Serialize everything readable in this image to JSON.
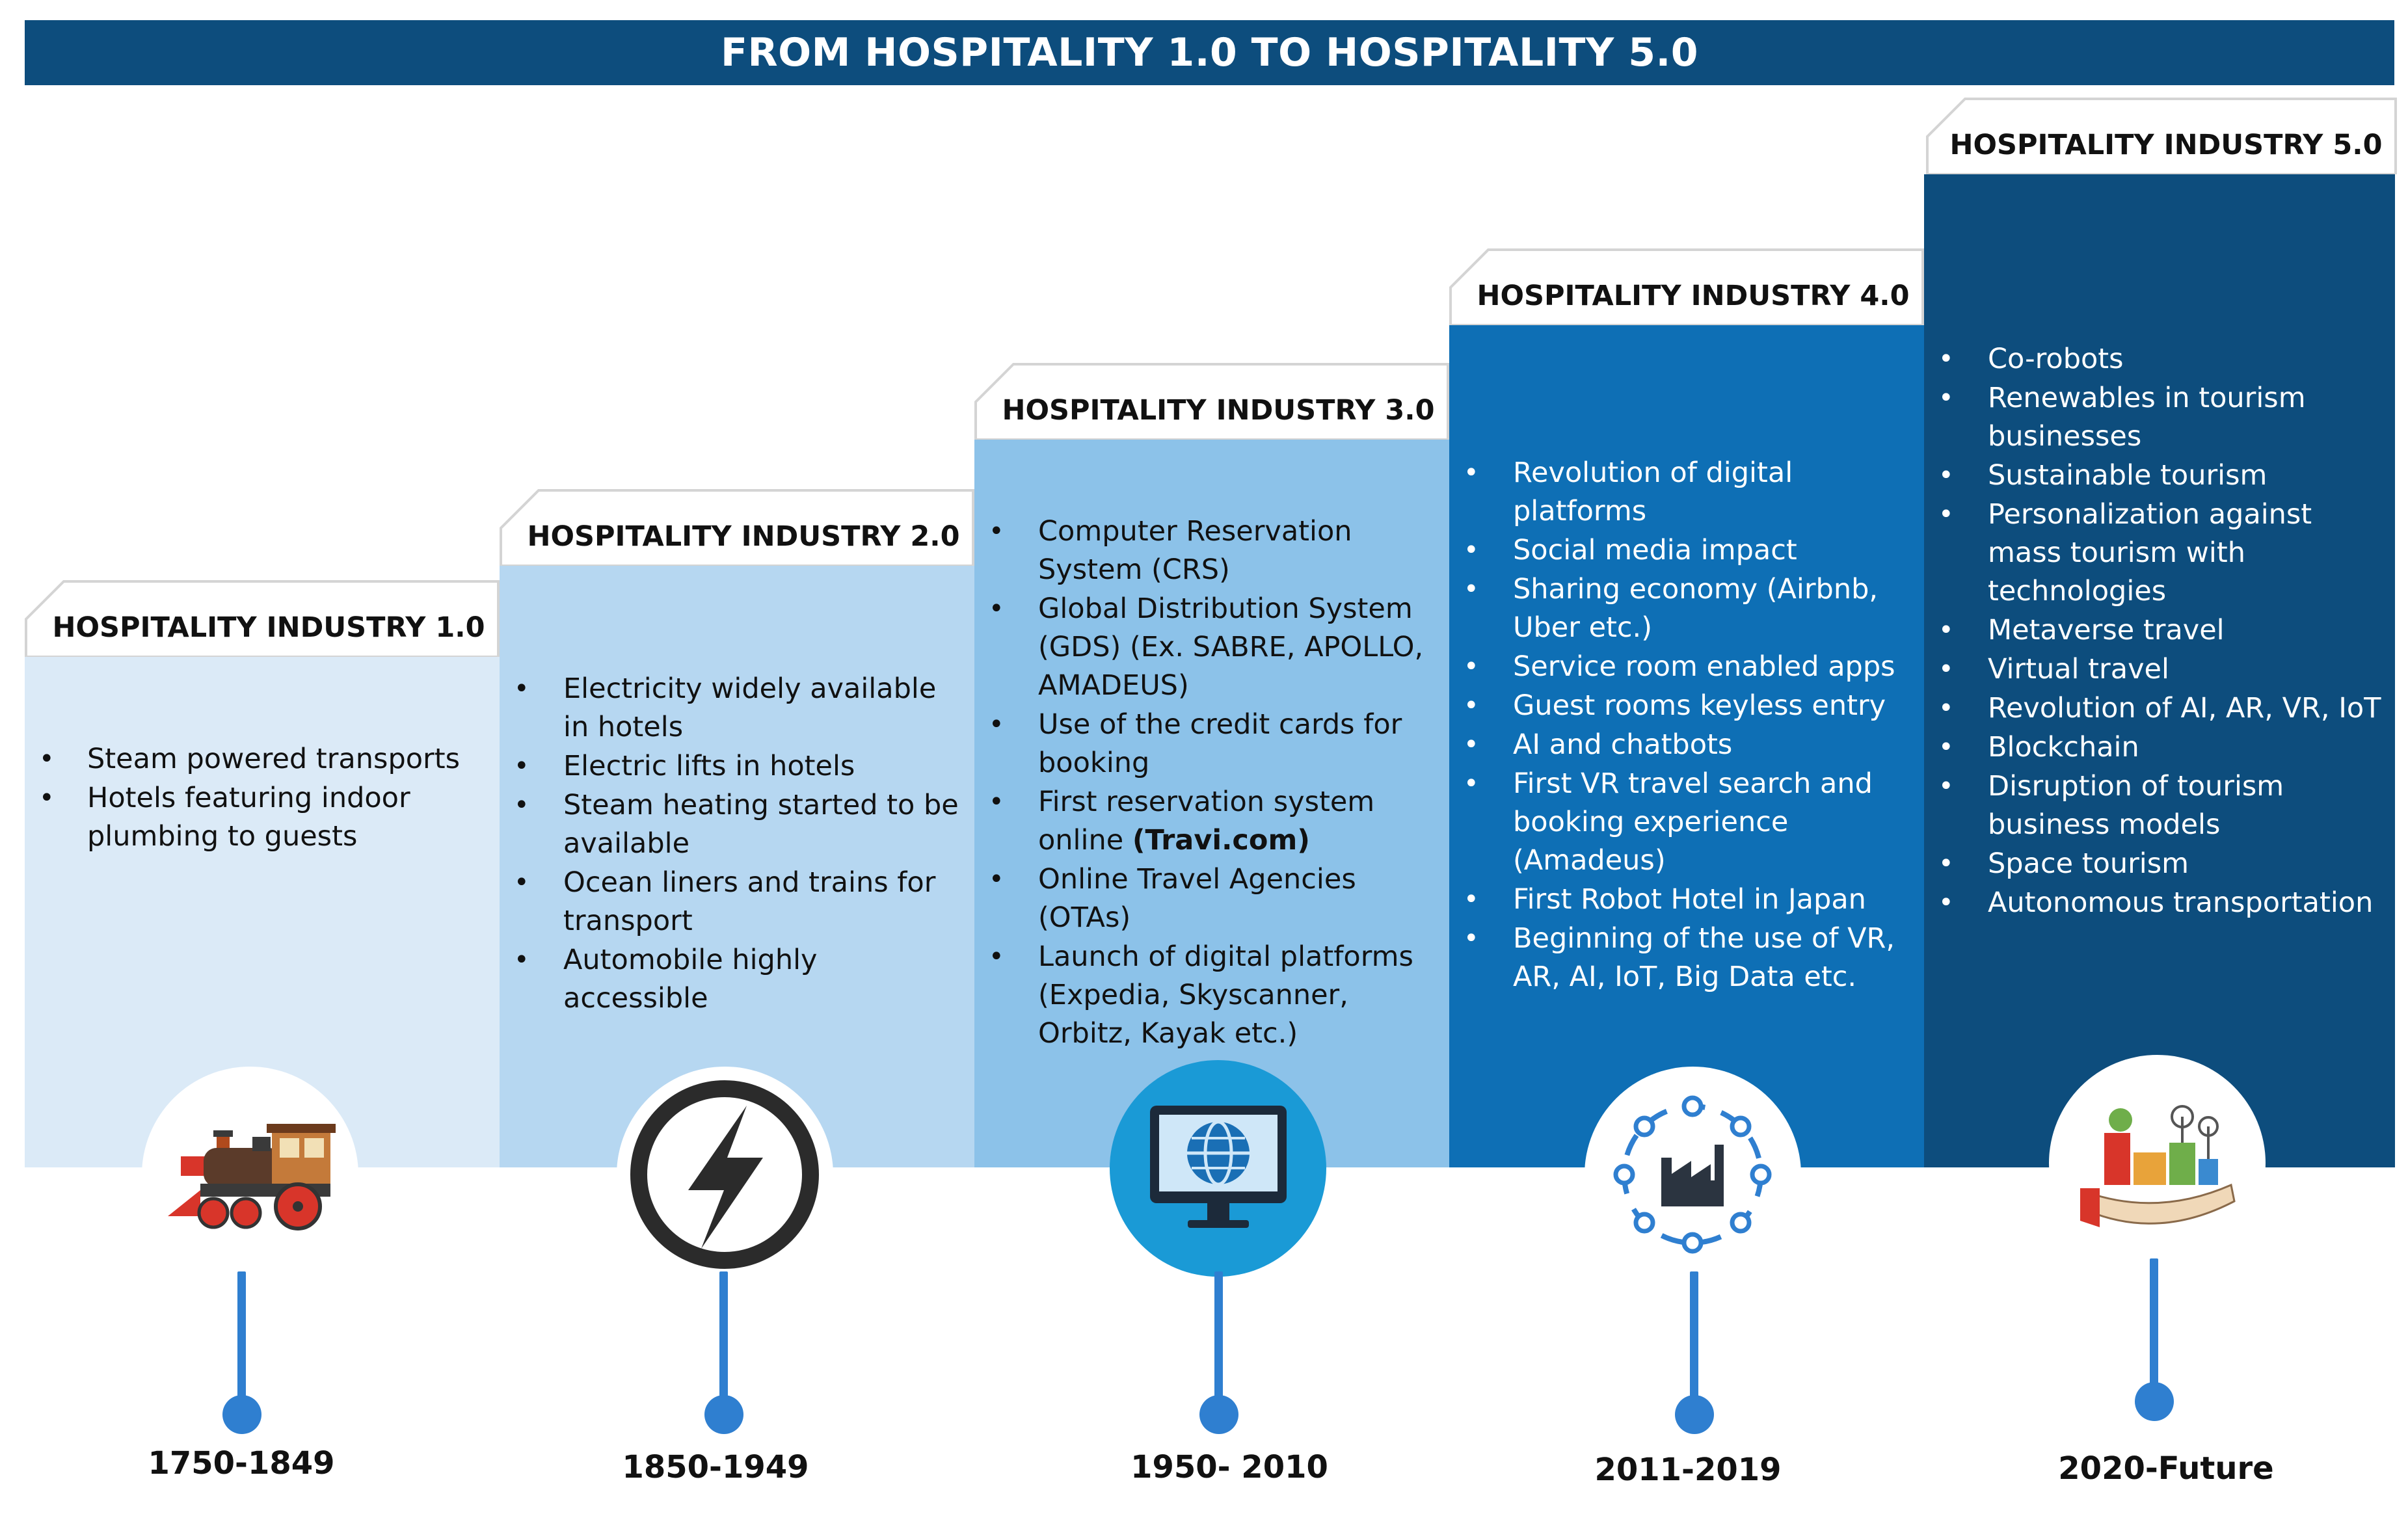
{
  "title": "FROM HOSPITALITY 1.0 TO HOSPITALITY 5.0",
  "colors": {
    "banner": "#0d4d7d",
    "stage1": "#dbeaf7",
    "stage2": "#b6d7f1",
    "stage3": "#8cc2e9",
    "stage4": "#0e6fb5",
    "stage5": "#0d4d7d",
    "timeline": "#2f7fd0"
  },
  "stages": [
    {
      "title": "HOSPITALITY INDUSTRY 1.0",
      "icon": "steam-train-icon",
      "period": "1750-1849",
      "items": [
        "Steam powered transports",
        "Hotels featuring indoor plumbing to guests"
      ]
    },
    {
      "title": "HOSPITALITY INDUSTRY 2.0",
      "icon": "electricity-bolt-icon",
      "period": "1850-1949",
      "items": [
        "Electricity widely available in hotels",
        "Electric lifts in hotels",
        "Steam heating started to be available",
        "Ocean liners and trains for transport",
        "Automobile highly accessible"
      ]
    },
    {
      "title": "HOSPITALITY INDUSTRY 3.0",
      "icon": "computer-globe-icon",
      "period": "1950- 2010",
      "items": [
        "Computer Reservation System (CRS)",
        "Global Distribution System (GDS) (Ex. SABRE, APOLLO, AMADEUS)",
        "Use of the credit cards for booking",
        "First reservation system online ",
        "Online Travel Agencies (OTAs)",
        "Launch of digital platforms (Expedia, Skyscanner, Orbitz, Kayak etc.)"
      ],
      "bold_suffix": "(Travi.com)"
    },
    {
      "title": "HOSPITALITY INDUSTRY 4.0",
      "icon": "connected-factory-icon",
      "period": "2011-2019",
      "items": [
        "Revolution of digital platforms",
        "Social media impact",
        "Sharing economy (Airbnb, Uber etc.)",
        "Service room enabled apps",
        "Guest rooms keyless entry",
        "AI and chatbots",
        "First VR travel search and booking experience (Amadeus)",
        "First Robot Hotel in Japan",
        "Beginning of the use of VR, AR, AI, IoT, Big Data etc."
      ]
    },
    {
      "title": "HOSPITALITY INDUSTRY 5.0",
      "icon": "sustainability-city-hand-icon",
      "period": "2020-Future",
      "items": [
        "Co-robots",
        "Renewables in tourism businesses",
        "Sustainable tourism",
        "Personalization against mass tourism with technologies",
        "Metaverse travel",
        "Virtual travel",
        "Revolution of AI, AR, VR, IoT",
        "Blockchain",
        "Disruption of tourism business models",
        "Space tourism",
        "Autonomous transportation"
      ]
    }
  ]
}
